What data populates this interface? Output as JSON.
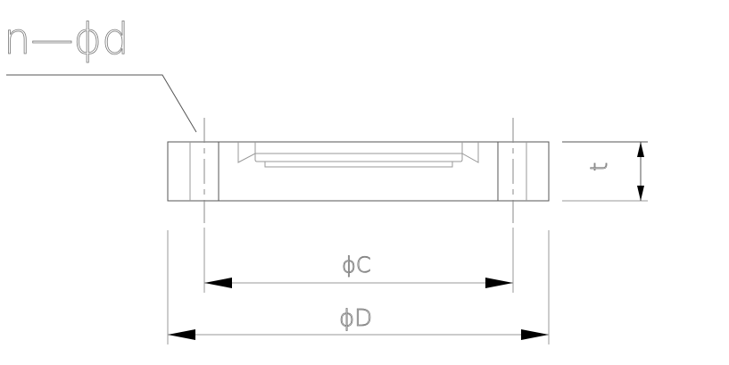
{
  "labels": {
    "holes": "n—ϕd",
    "bolt_circle": "ϕC",
    "outer_diameter": "ϕD",
    "thickness": "t"
  },
  "colors": {
    "line": "#555555",
    "arrow": "#000000"
  }
}
